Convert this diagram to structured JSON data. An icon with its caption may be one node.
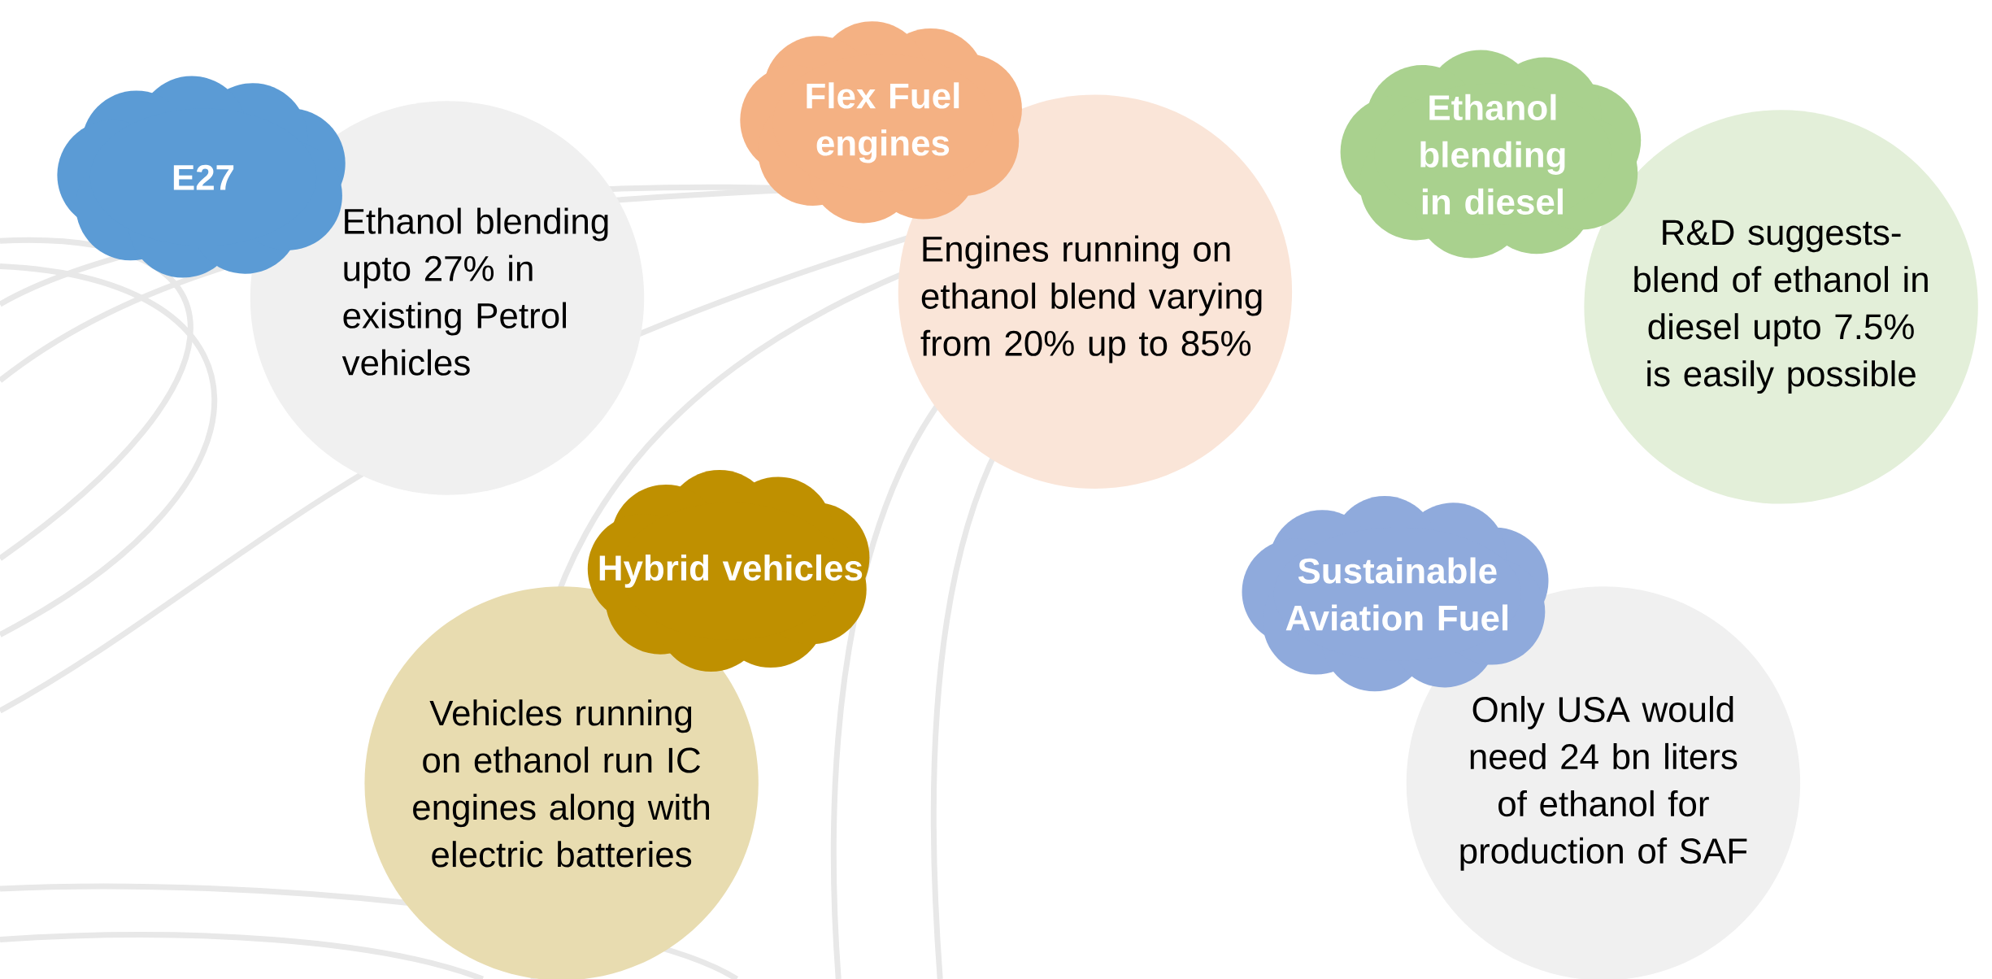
{
  "diagram": {
    "nodes": [
      {
        "text": [
          "E27"
        ]
      },
      {
        "text": [
          "Ethanol blending upto 27% in existing Petrol vehicles"
        ]
      },
      {
        "text": [
          "Flex Fuel engines"
        ]
      },
      {
        "text": [
          "Engines running on ethanol blend varying from 20% up to 85%"
        ]
      },
      {
        "text": [
          "Ethanol blending in diesel"
        ]
      },
      {
        "text": [
          "R&D suggests- blend of ethanol in diesel upto 7.5% is easily possible"
        ]
      },
      {
        "text": [
          "Hybrid vehicles"
        ]
      },
      {
        "text": [
          "Vehicles running on ethanol run IC engines along with electric batteries"
        ]
      },
      {
        "text": [
          "Sustainable Aviation Fuel"
        ]
      },
      {
        "text": [
          "Only USA would need 24 bn liters of ethanol for production of SAF"
        ]
      }
    ]
  }
}
